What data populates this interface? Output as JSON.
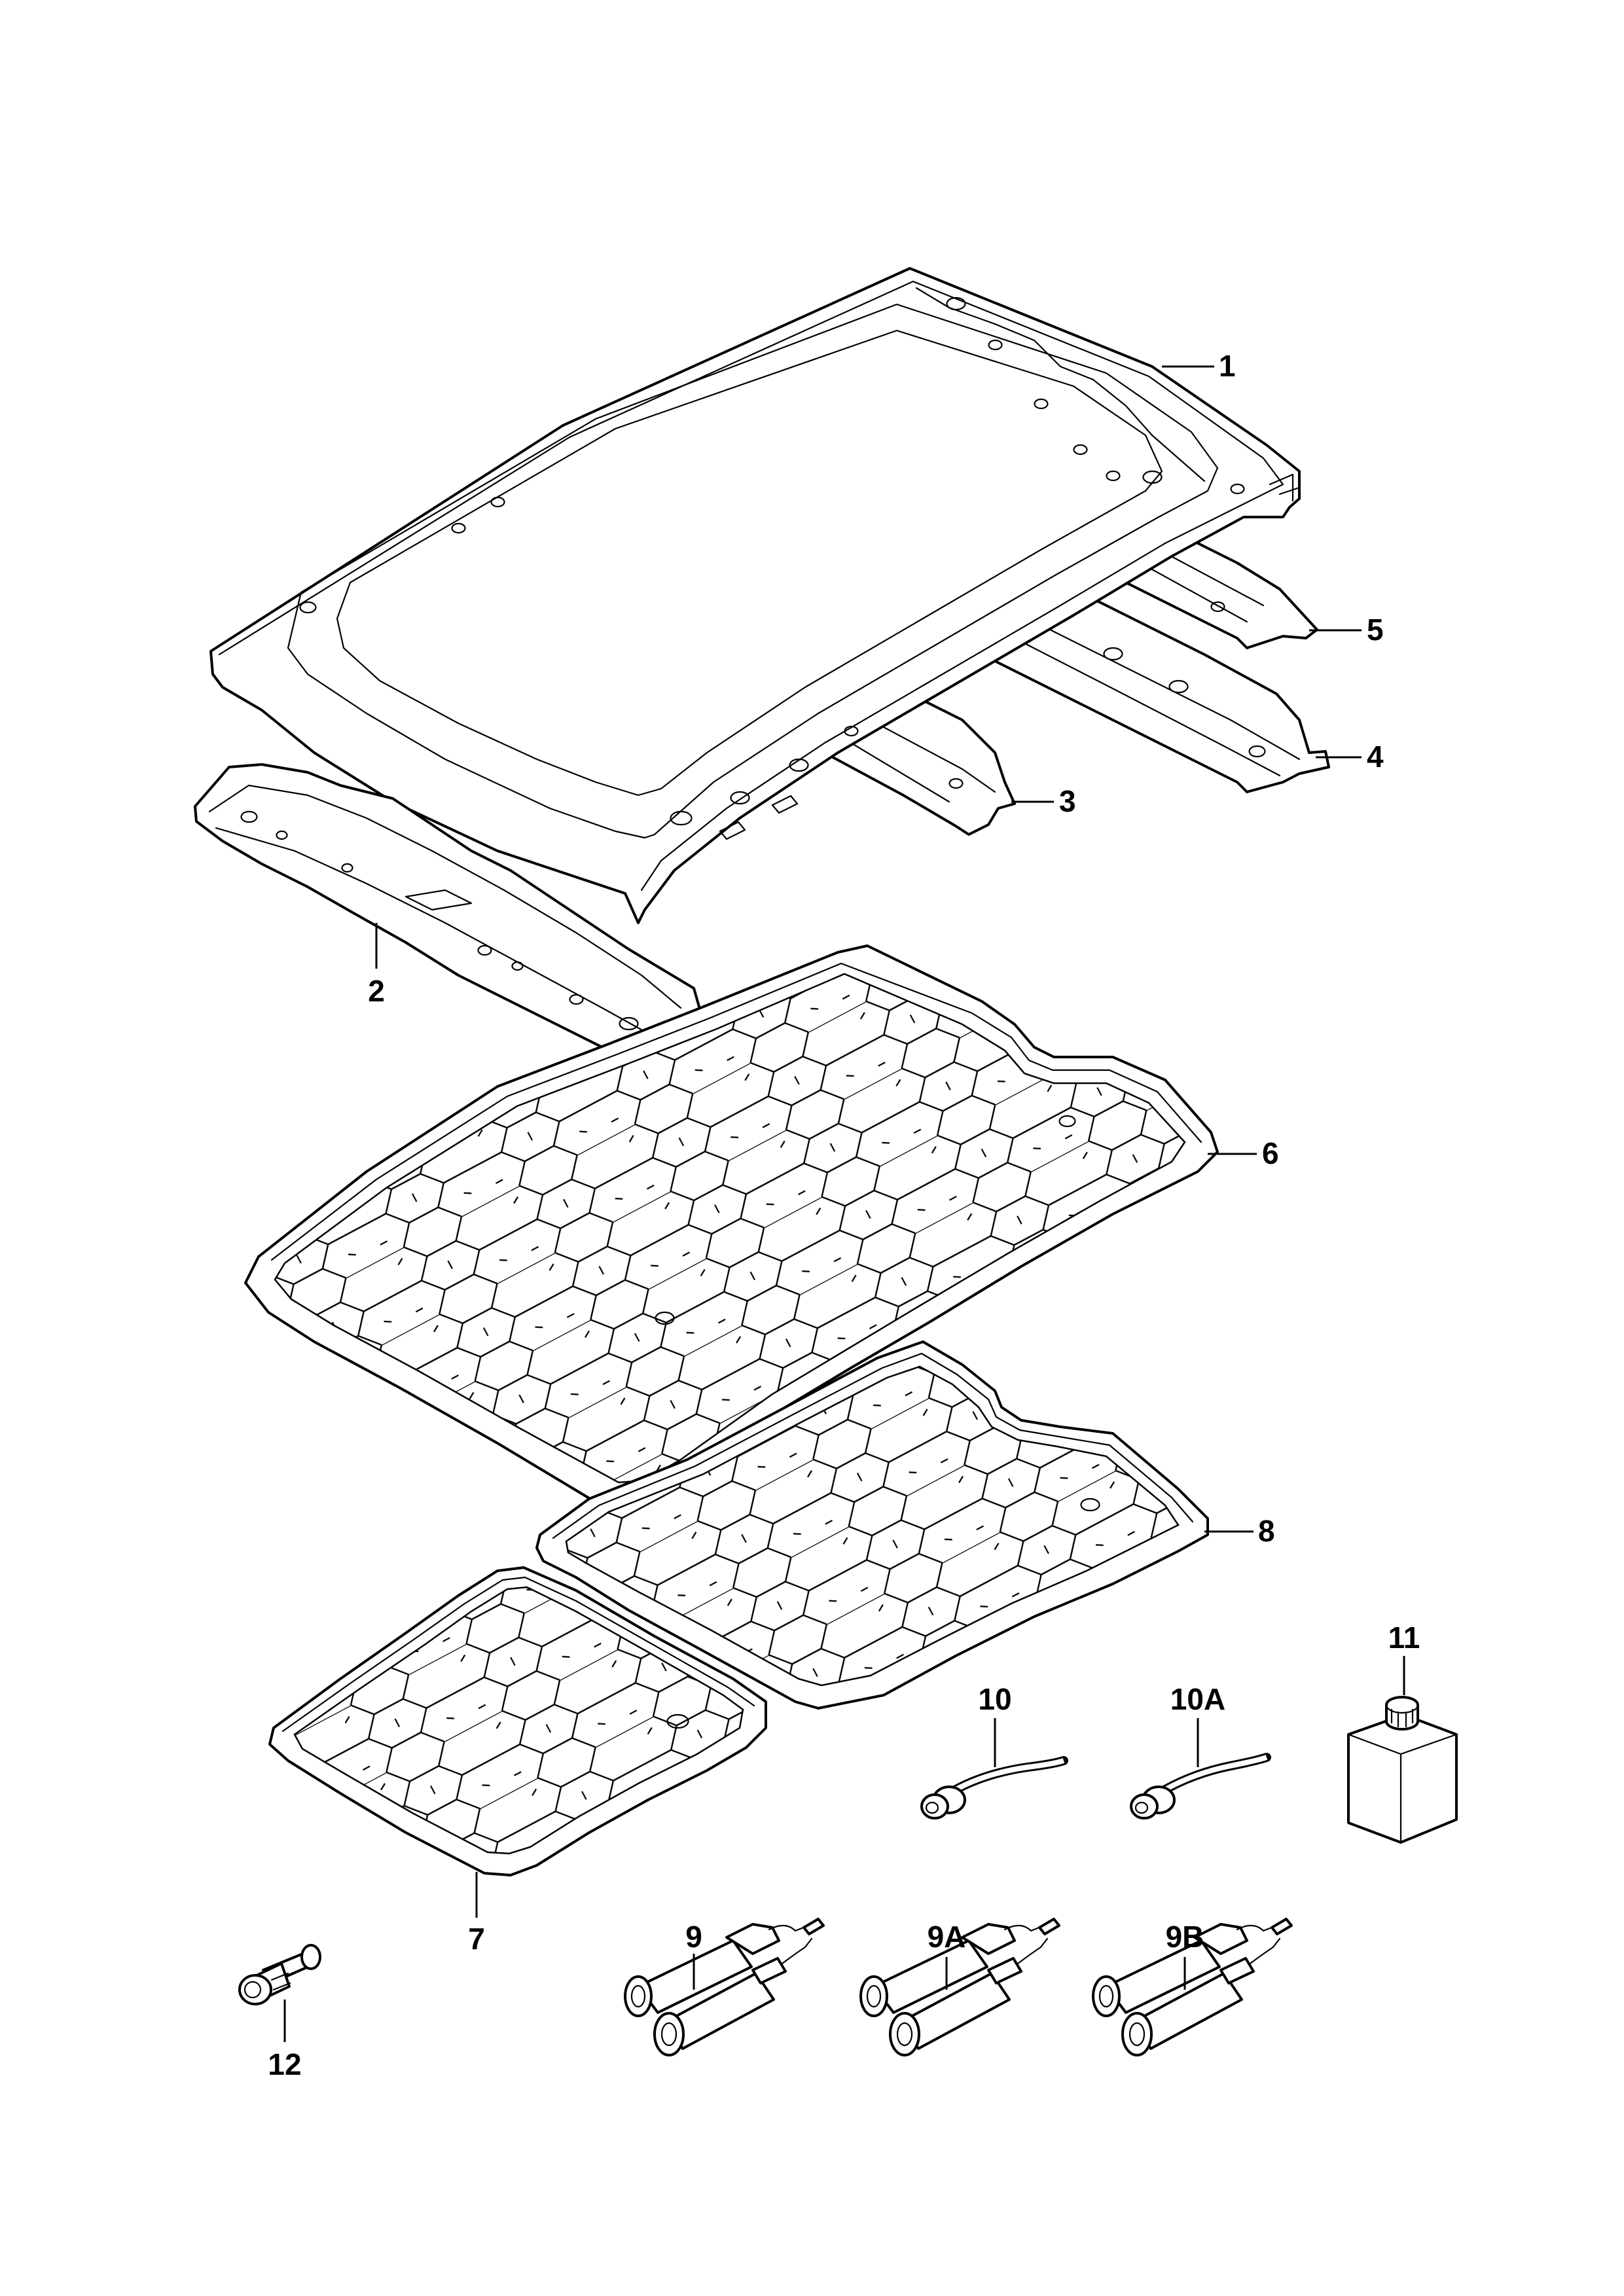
{
  "callouts": {
    "c1": "1",
    "c2": "2",
    "c3": "3",
    "c4": "4",
    "c5": "5",
    "c6": "6",
    "c7": "7",
    "c8": "8",
    "c9": "9",
    "c9a": "9A",
    "c9b": "9B",
    "c10": "10",
    "c10a": "10A",
    "c11": "11",
    "c12": "12"
  }
}
